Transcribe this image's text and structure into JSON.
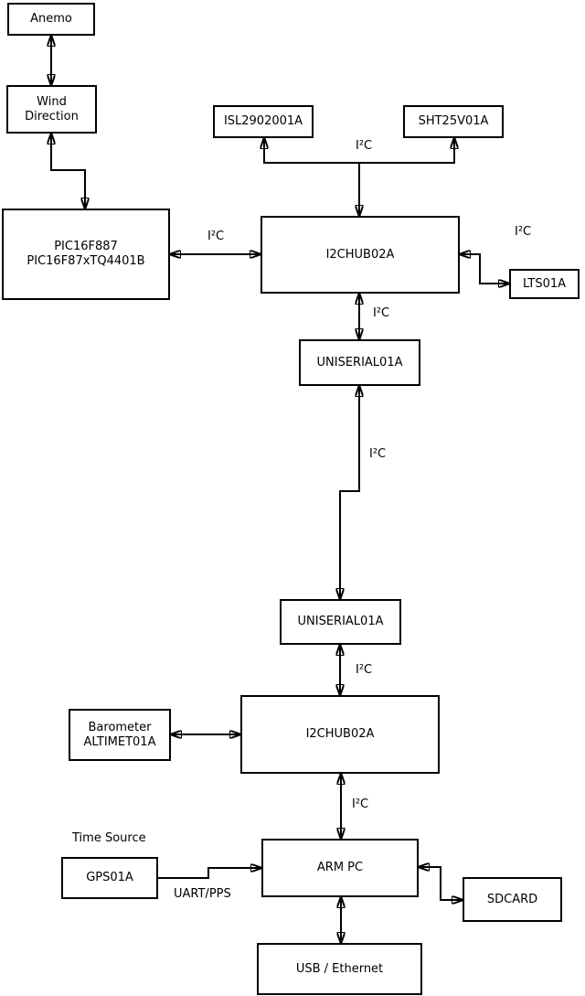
{
  "colors": {
    "background": "#ffffff",
    "line": "#000000",
    "box_border": "#000000",
    "text": "#000000"
  },
  "nodes": {
    "anemo": {
      "label": "Anemo"
    },
    "wind_direction": {
      "line1": "Wind",
      "line2": "Direction"
    },
    "pic": {
      "line1": "PIC16F887",
      "line2": "PIC16F87xTQ4401B"
    },
    "isl": {
      "label": "ISL2902001A"
    },
    "sht": {
      "label": "SHT25V01A"
    },
    "i2chub_top": {
      "label": "I2CHUB02A"
    },
    "lts": {
      "label": "LTS01A"
    },
    "uniserial_top": {
      "label": "UNISERIAL01A"
    },
    "uniserial_bottom": {
      "label": "UNISERIAL01A"
    },
    "i2chub_bottom": {
      "label": "I2CHUB02A"
    },
    "barometer": {
      "line1": "Barometer",
      "line2": "ALTIMET01A"
    },
    "gps": {
      "label": "GPS01A"
    },
    "arm_pc": {
      "label": "ARM PC"
    },
    "sdcard": {
      "label": "SDCARD"
    },
    "usb_ethernet": {
      "label": "USB / Ethernet"
    }
  },
  "edge_labels": {
    "i2c_sensors": "I²C",
    "i2c_pic": "I²C",
    "i2c_lts": "I²C",
    "i2c_hub_uniserial": "I²C",
    "i2c_long_link": "I²C",
    "i2c_uniserial_hub": "I²C",
    "i2c_hub_arm": "I²C",
    "time_source": "Time Source",
    "uart_pps": "UART/PPS"
  }
}
